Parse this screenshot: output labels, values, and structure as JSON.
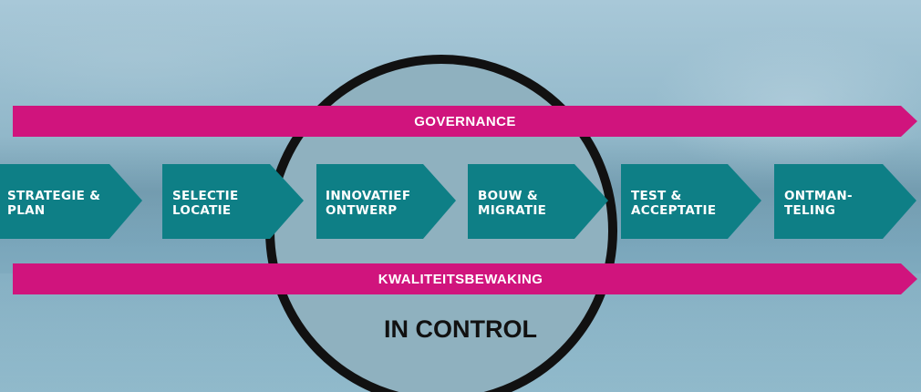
{
  "colors": {
    "band": "#d0147d",
    "step": "#0e7f86",
    "circle_fill": "#8fb1bf",
    "circle_stroke": "#111111",
    "label": "#ffffff",
    "control_text": "#111111"
  },
  "top_band": {
    "label": "GOVERNANCE"
  },
  "bottom_band": {
    "label": "KWALITEITSBEWAKING"
  },
  "center": {
    "label": "IN CONTROL"
  },
  "steps": [
    {
      "line1": "STRATEGIE &",
      "line2": "PLAN"
    },
    {
      "line1": "SELECTIE",
      "line2": "LOCATIE"
    },
    {
      "line1": "INNOVATIEF",
      "line2": "ONTWERP"
    },
    {
      "line1": "BOUW &",
      "line2": "MIGRATIE"
    },
    {
      "line1": "TEST &",
      "line2": "ACCEPTATIE"
    },
    {
      "line1": "ONTMAN-",
      "line2": "TELING"
    }
  ]
}
